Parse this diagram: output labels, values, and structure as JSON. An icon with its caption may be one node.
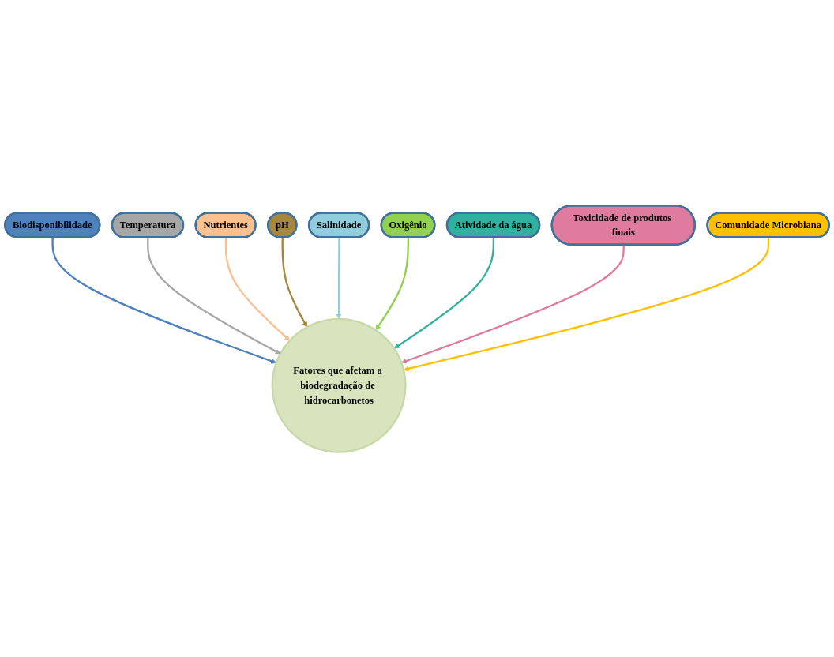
{
  "diagram": {
    "nodes": [
      {
        "text": [
          "Fatores que afetam a biodegradação de hidrocarbonetos"
        ]
      },
      {
        "text": [
          "Biodisponibilidade"
        ]
      },
      {
        "text": [
          "Temperatura"
        ]
      },
      {
        "text": [
          "Nutrientes"
        ]
      },
      {
        "text": [
          "pH"
        ]
      },
      {
        "text": [
          "Salinidade"
        ]
      },
      {
        "text": [
          "Oxigênio"
        ]
      },
      {
        "text": [
          "Atividade da água"
        ]
      },
      {
        "text": [
          "Toxicidade de produtos finais"
        ]
      },
      {
        "text": [
          "Comunidade Microbiana"
        ]
      }
    ],
    "edges": [
      {
        "from": 1,
        "to": 0,
        "arrow": "to",
        "color": "#4f81bd"
      },
      {
        "from": 2,
        "to": 0,
        "arrow": "to",
        "color": "#a6a6a6"
      },
      {
        "from": 3,
        "to": 0,
        "arrow": "to",
        "color": "#fac090"
      },
      {
        "from": 4,
        "to": 0,
        "arrow": "to",
        "color": "#a5883b"
      },
      {
        "from": 5,
        "to": 0,
        "arrow": "to",
        "color": "#92cddc"
      },
      {
        "from": 6,
        "to": 0,
        "arrow": "to",
        "color": "#92d050"
      },
      {
        "from": 7,
        "to": 0,
        "arrow": "to",
        "color": "#31b0a0"
      },
      {
        "from": 8,
        "to": 0,
        "arrow": "to",
        "color": "#e07ba0"
      },
      {
        "from": 9,
        "to": 0,
        "arrow": "to",
        "color": "#ffc000"
      }
    ]
  }
}
